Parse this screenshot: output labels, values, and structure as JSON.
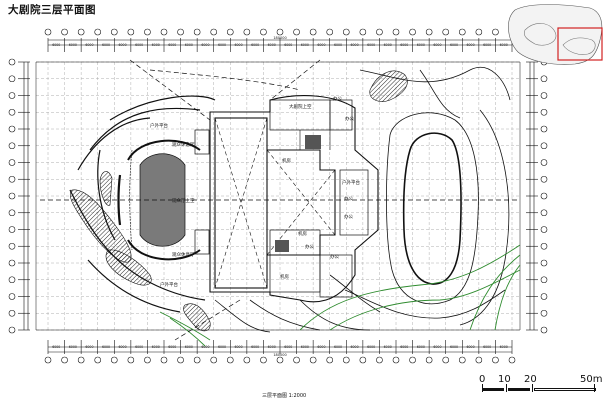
{
  "title": "大剧院三层平面图",
  "scale_bar": {
    "marks": [
      "0",
      "10",
      "20",
      "50m"
    ]
  },
  "dimension_total": "180000",
  "dimension_segment": "6000",
  "room_labels": {
    "foyer_top": "大剧院上空",
    "office_1": "办公",
    "office_2": "办公",
    "office_3": "办公",
    "office_4": "办公",
    "office_5": "办公",
    "office_6": "办公",
    "machine_1": "机房",
    "machine_2": "机房",
    "machine_3": "机房",
    "lobby_upper_1": "观众休息厅",
    "lobby_upper_2": "观众休息厅",
    "stage_upper": "观众厅上空",
    "outdoor_1": "户外平台",
    "outdoor_2": "户外平台",
    "outdoor_3": "户外平台"
  },
  "caption": "三层平面图 1:2000",
  "colors": {
    "line": "#111111",
    "green": "#2e8b2e",
    "red": "#d22222",
    "grid": "#9a9a9a"
  }
}
